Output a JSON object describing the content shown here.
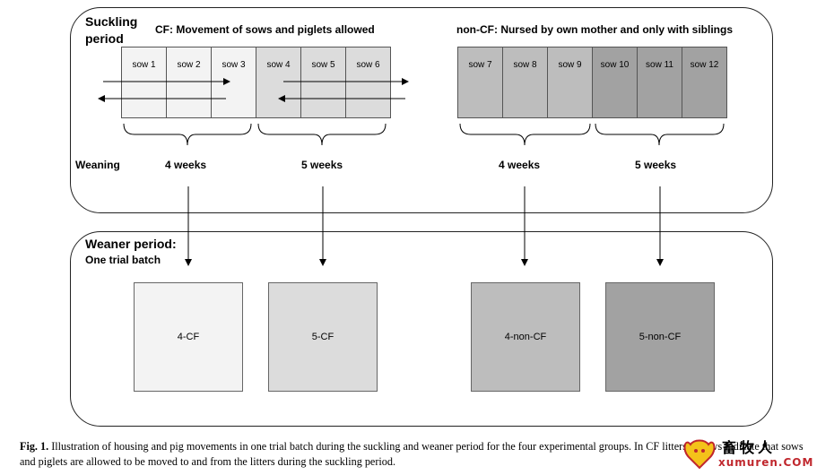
{
  "suckling_panel": {
    "label_line1": "Suckling",
    "label_line2": "period",
    "cf_header": "CF: Movement of sows and piglets allowed",
    "noncf_header": "non-CF: Nursed by own mother and only with siblings",
    "weaning_label": "Weaning",
    "groups": [
      {
        "weeks": "4 weeks",
        "sows": [
          "sow 1",
          "sow 2",
          "sow 3"
        ],
        "color": "#f3f3f3"
      },
      {
        "weeks": "5 weeks",
        "sows": [
          "sow 4",
          "sow 5",
          "sow 6"
        ],
        "color": "#dcdcdc"
      },
      {
        "weeks": "4 weeks",
        "sows": [
          "sow 7",
          "sow 8",
          "sow 9"
        ],
        "color": "#bdbdbd"
      },
      {
        "weeks": "5 weeks",
        "sows": [
          "sow 10",
          "sow 11",
          "sow 12"
        ],
        "color": "#a2a2a2"
      }
    ]
  },
  "weaner_panel": {
    "label": "Weaner period:",
    "sublabel": "One trial batch",
    "boxes": [
      {
        "label": "4-CF",
        "color": "#f3f3f3"
      },
      {
        "label": "5-CF",
        "color": "#dcdcdc"
      },
      {
        "label": "4-non-CF",
        "color": "#bdbdbd"
      },
      {
        "label": "5-non-CF",
        "color": "#a2a2a2"
      }
    ]
  },
  "caption": {
    "prefix": "Fig. 1.",
    "text": " Illustration of housing and pig movements in one trial batch during the suckling and weaner period for the four experimental groups. In CF litters, arrows indicate that sows and piglets are allowed to be moved to and from the litters during the suckling period."
  },
  "watermark": {
    "chinese": "畜牧人",
    "site": "xumuren.COM",
    "color": "#c0272d"
  }
}
